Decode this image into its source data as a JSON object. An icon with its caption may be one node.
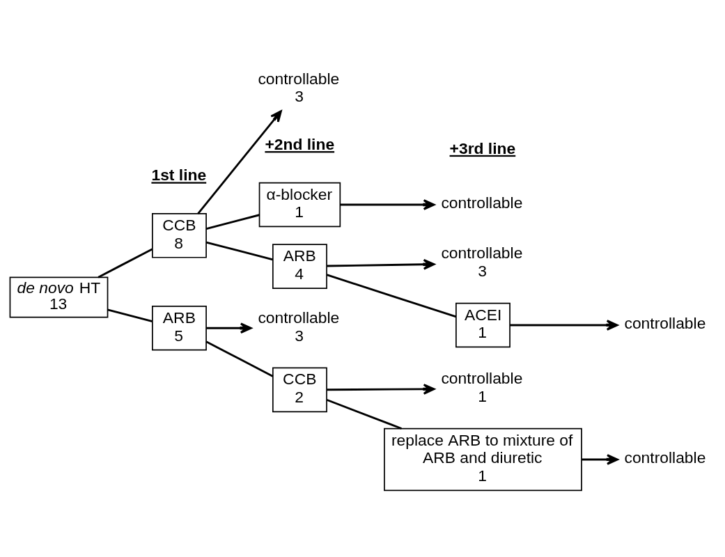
{
  "diagram": {
    "nodes": [
      {
        "text": [
          "*de novo* HT",
          "13"
        ]
      },
      {
        "text": [
          "CCB",
          "8"
        ]
      },
      {
        "text": [
          "ARB",
          "5"
        ]
      },
      {
        "text": [
          "controllable",
          "3"
        ]
      },
      {
        "text": [
          "α-blocker",
          "1"
        ]
      },
      {
        "text": [
          "ARB",
          "4"
        ]
      },
      {
        "text": [
          "controllable"
        ]
      },
      {
        "text": [
          "controllable",
          "3"
        ]
      },
      {
        "text": [
          "ACEI",
          "1"
        ]
      },
      {
        "text": [
          "controllable"
        ]
      },
      {
        "text": [
          "controllable",
          "3"
        ]
      },
      {
        "text": [
          "CCB",
          "2"
        ]
      },
      {
        "text": [
          "controllable",
          "1"
        ]
      },
      {
        "text": [
          "replace ARB to mixture of ARB and diuretic",
          "1"
        ]
      },
      {
        "text": [
          "controllable"
        ]
      }
    ],
    "edges": [
      {
        "from": 0,
        "to": 1,
        "arrow": "none"
      },
      {
        "from": 0,
        "to": 2,
        "arrow": "none"
      },
      {
        "from": 1,
        "to": 3,
        "arrow": "to"
      },
      {
        "from": 1,
        "to": 4,
        "arrow": "none"
      },
      {
        "from": 1,
        "to": 5,
        "arrow": "none"
      },
      {
        "from": 4,
        "to": 6,
        "arrow": "to"
      },
      {
        "from": 5,
        "to": 7,
        "arrow": "to"
      },
      {
        "from": 5,
        "to": 8,
        "arrow": "none"
      },
      {
        "from": 8,
        "to": 9,
        "arrow": "to"
      },
      {
        "from": 2,
        "to": 10,
        "arrow": "to"
      },
      {
        "from": 2,
        "to": 11,
        "arrow": "none"
      },
      {
        "from": 11,
        "to": 12,
        "arrow": "to"
      },
      {
        "from": 11,
        "to": 13,
        "arrow": "none"
      },
      {
        "from": 13,
        "to": 14,
        "arrow": "to"
      }
    ],
    "labels": [
      "1st line",
      "+2nd line",
      "+3rd line"
    ]
  }
}
